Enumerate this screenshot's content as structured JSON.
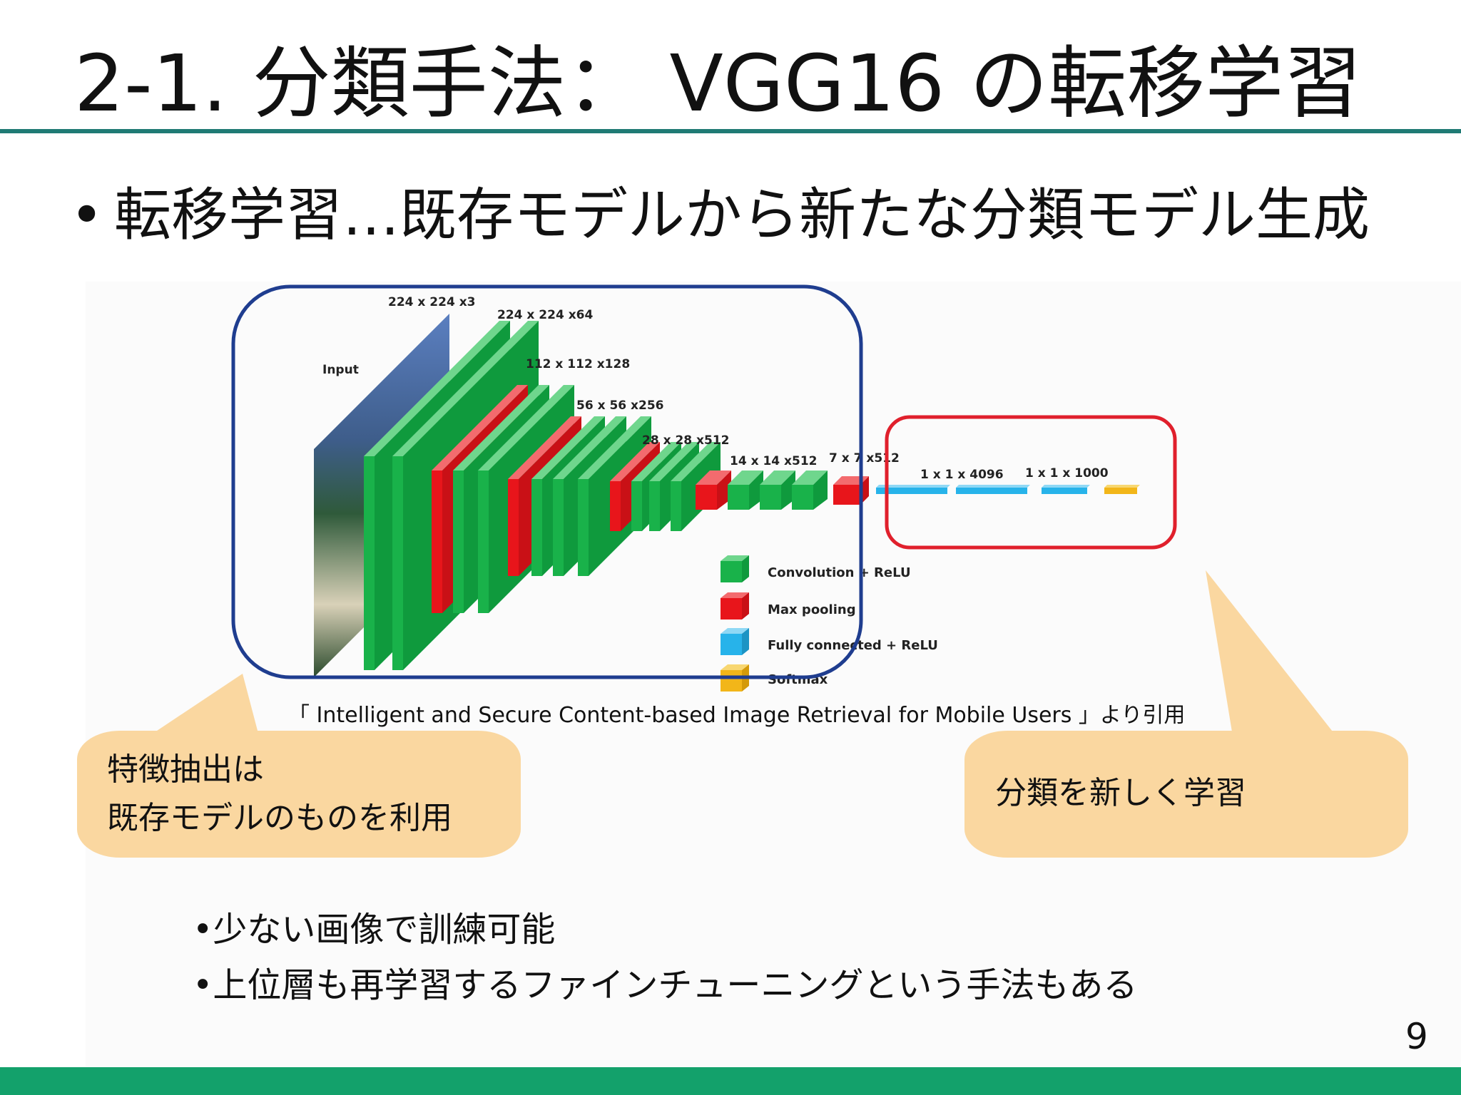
{
  "slide": {
    "title": "2-1. 分類手法： VGG16 の転移学習",
    "main_bullet": "転移学習…既存モデルから新たな分類モデル生成",
    "citation": "「 Intelligent and Secure Content-based Image Retrieval for Mobile Users 」より引用",
    "page_number": "9"
  },
  "diagram": {
    "input_label": "Input",
    "dim_labels": [
      "224 x 224 x3",
      "224 x 224 x64",
      "112 x 112 x128",
      "56 x 56 x256",
      "28 x 28 x512",
      "14 x 14 x512",
      "7 x 7 x512",
      "1 x 1 x 4096",
      "1 x 1 x 1000"
    ],
    "legend": [
      {
        "label": "Convolution + ReLU",
        "color": "#19b24a"
      },
      {
        "label": "Max pooling",
        "color": "#e8151b"
      },
      {
        "label": "Fully connected + ReLU",
        "color": "#27b3ea"
      },
      {
        "label": "Softmax",
        "color": "#f2b619"
      }
    ]
  },
  "callouts": {
    "left": {
      "line1": "特徴抽出は",
      "line2": "既存モデルのものを利用"
    },
    "right": {
      "text": "分類を新しく学習"
    }
  },
  "sub_bullets": [
    "•少ない画像で訓練可能",
    "•上位層も再学習するファインチューニングという手法もある"
  ],
  "colors": {
    "title_rule": "#1f7a74",
    "footer_bar": "#13a16b",
    "feature_box": "#1f3d8f",
    "classifier_box": "#e0202c",
    "callout_fill": "#fad7a0"
  }
}
